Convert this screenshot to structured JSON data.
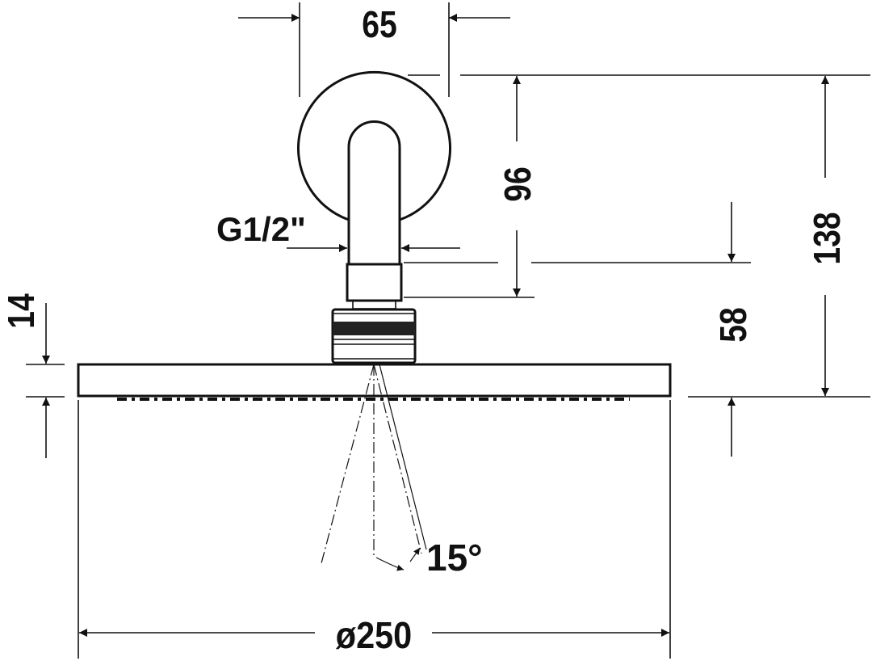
{
  "dimensions": {
    "arm_projection": "65",
    "outlet_height": "96",
    "total_height": "138",
    "connector_height": "58",
    "plate_thickness": "14",
    "thread": "G1/2\"",
    "spray_angle": "15°",
    "diameter": "ø250"
  }
}
